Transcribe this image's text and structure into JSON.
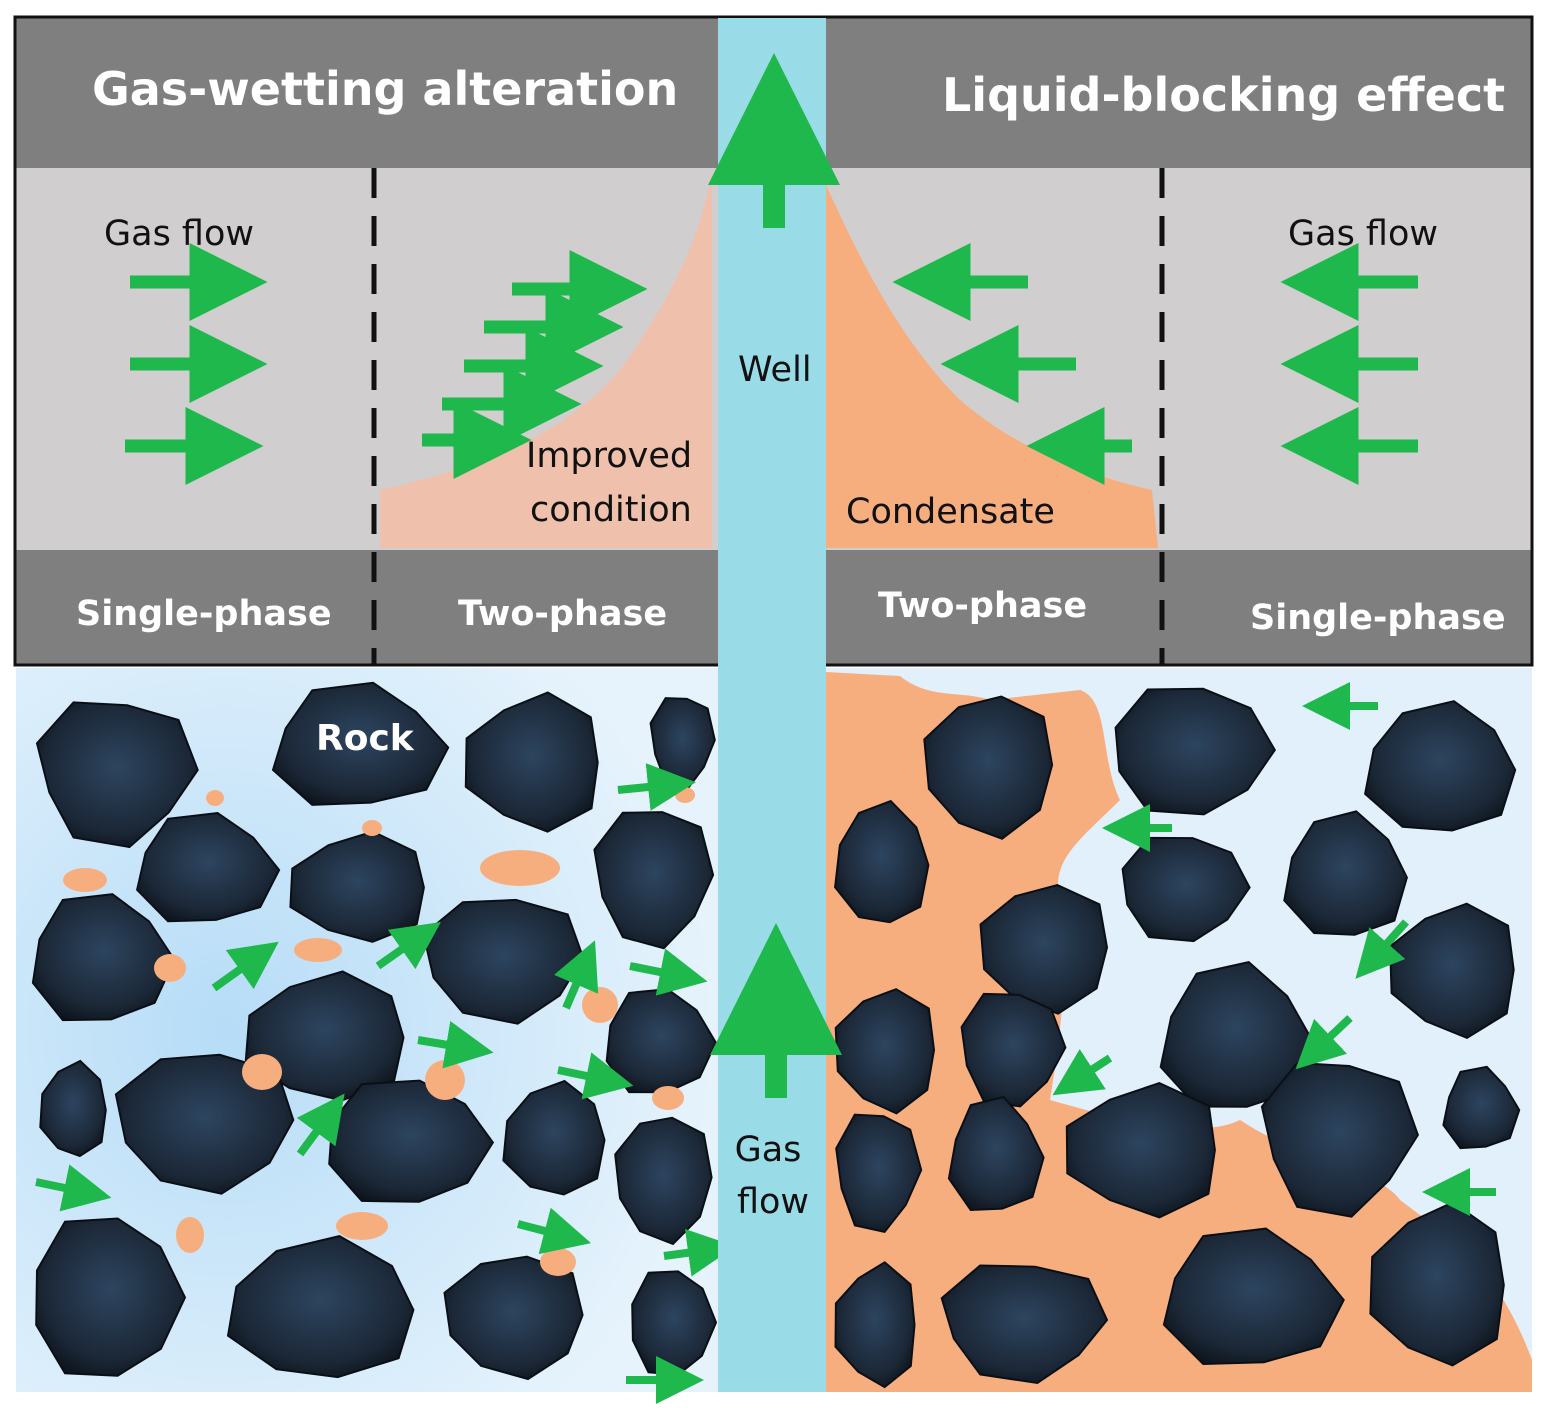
{
  "titles": {
    "left": "Gas-wetting alteration",
    "right": "Liquid-blocking effect"
  },
  "labels": {
    "gas_flow_left": "Gas flow",
    "gas_flow_right": "Gas flow",
    "well": "Well",
    "improved_line1": "Improved",
    "improved_line2": "condition",
    "condensate": "Condensate",
    "rock": "Rock",
    "well_gas_line1": "Gas",
    "well_gas_line2": "flow"
  },
  "phases": {
    "left_outer": "Single-phase",
    "left_inner": "Two-phase",
    "right_inner": "Two-phase",
    "right_outer": "Single-phase"
  },
  "colors": {
    "band_dark": "#7f7f7f",
    "band_light": "#d0cece",
    "well": "#9adbe8",
    "arrow": "#1fb84c",
    "condensate": "#f7ae7e",
    "improved": "#efc1ac",
    "rock": "#1e2b3b",
    "pore_water": "#d8ecfb"
  },
  "icons": {
    "arrow": "arrow-icon",
    "rock": "rock-grain-icon",
    "droplet": "condensate-droplet-icon"
  }
}
